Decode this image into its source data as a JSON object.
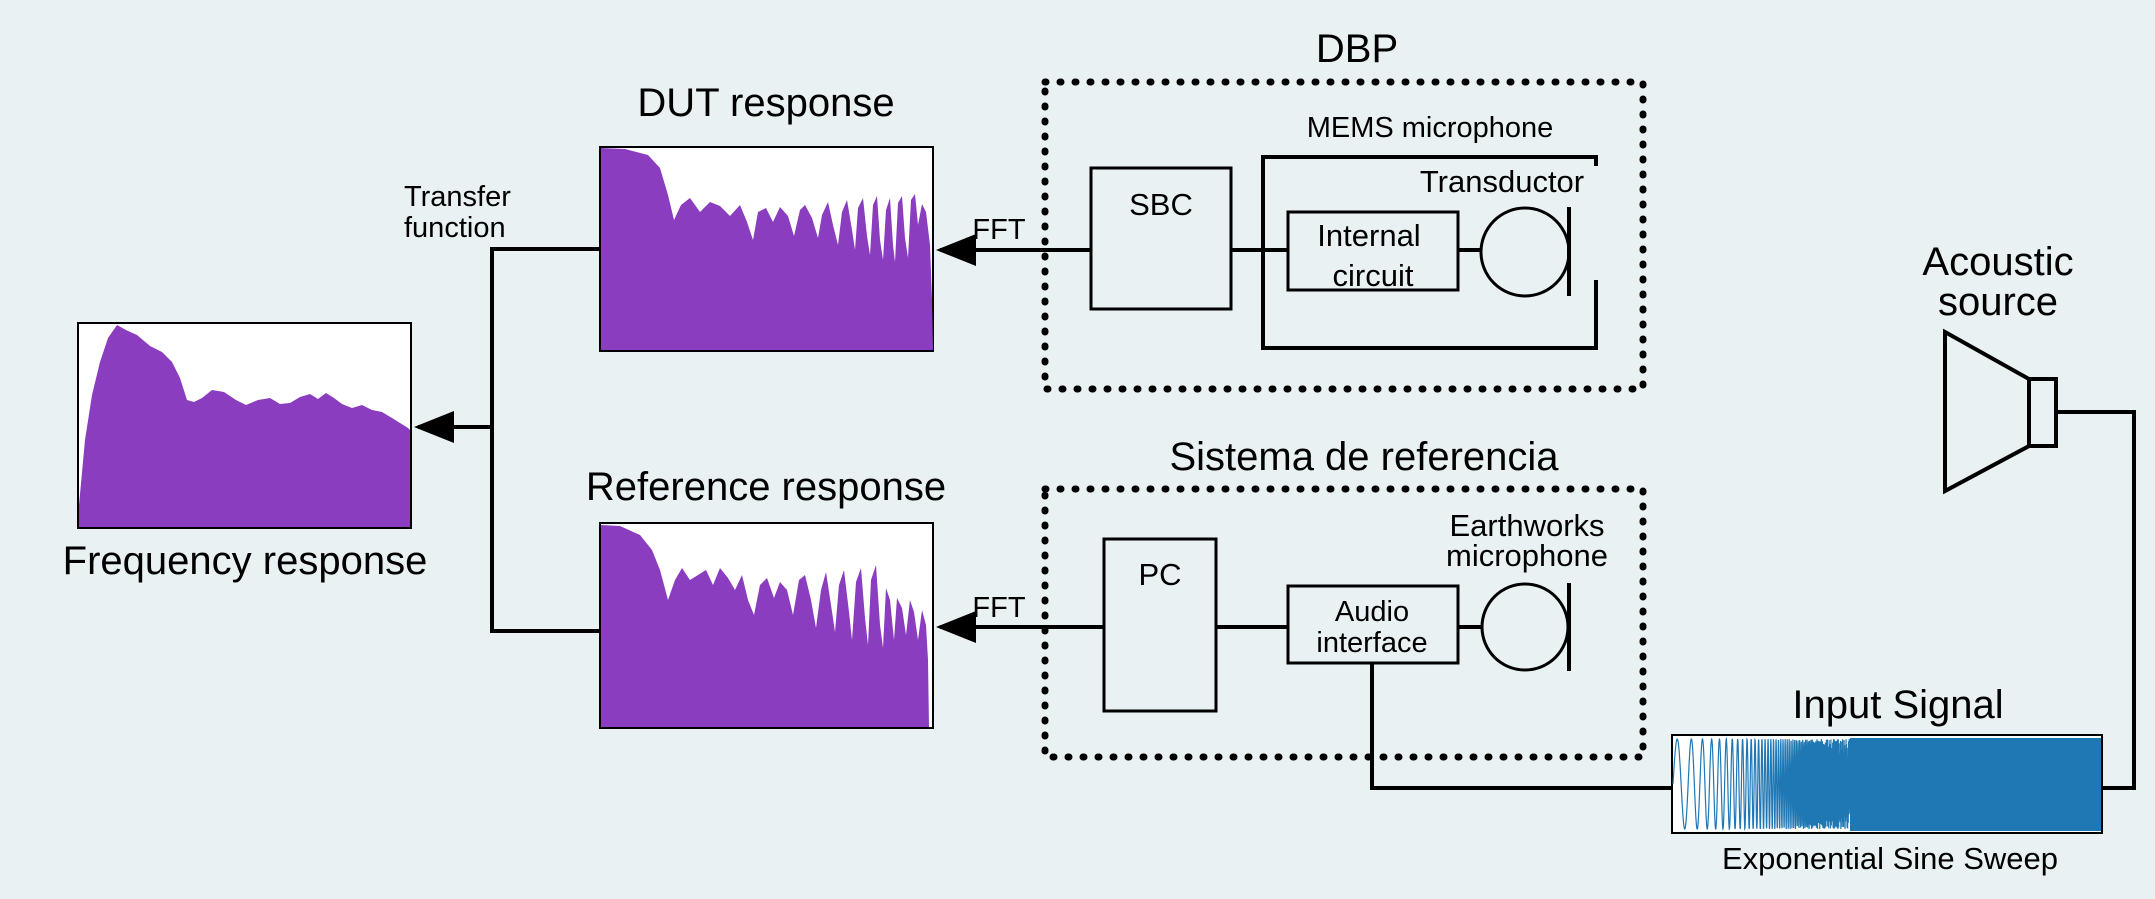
{
  "colors": {
    "background": "#e9f1f3",
    "spectrum_fill": "#8a3dbf",
    "sweep_fill": "#1f77b4",
    "line": "#000000"
  },
  "labels": {
    "dbp_title": "DBP",
    "mems_microphone": "MEMS microphone",
    "transductor": "Transductor",
    "sbc": "SBC",
    "internal_circuit_line1": "Internal",
    "internal_circuit_line2": "circuit",
    "dut_response": "DUT response",
    "fft_top": "FFT",
    "transfer_function_line1": "Transfer",
    "transfer_function_line2": "function",
    "frequency_response": "Frequency response",
    "reference_response": "Reference response",
    "fft_bottom": "FFT",
    "sistema_title": "Sistema de referencia",
    "pc": "PC",
    "earthworks_line1": "Earthworks",
    "earthworks_line2": "microphone",
    "audio_interface_line1": "Audio",
    "audio_interface_line2": "interface",
    "acoustic_source_line1": "Acoustic",
    "acoustic_source_line2": "source",
    "input_signal": "Input Signal",
    "sweep_caption": "Exponential Sine Sweep"
  },
  "icons": {
    "microphone": "microphone-icon",
    "speaker": "speaker-icon"
  }
}
